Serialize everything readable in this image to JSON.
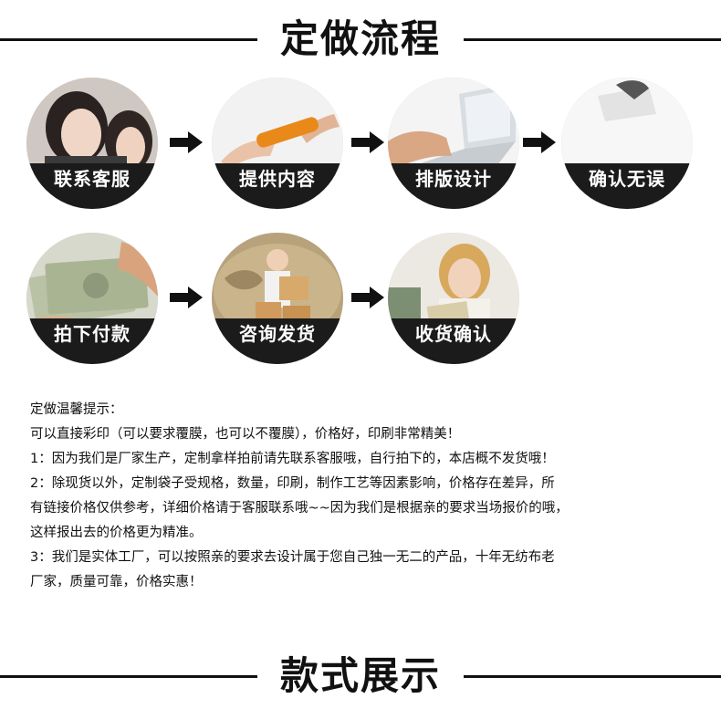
{
  "headings": {
    "process": "定做流程",
    "showcase": "款式展示"
  },
  "steps": [
    {
      "label": "联系客服",
      "icon": "customer-service-photo"
    },
    {
      "label": "提供内容",
      "icon": "handover-photo"
    },
    {
      "label": "排版设计",
      "icon": "laptop-typing-photo"
    },
    {
      "label": "确认无误",
      "icon": "confirm-photo"
    },
    {
      "label": "拍下付款",
      "icon": "cash-payment-photo"
    },
    {
      "label": "咨询发货",
      "icon": "delivery-photo"
    },
    {
      "label": "收货确认",
      "icon": "receive-package-photo"
    }
  ],
  "tips": {
    "title": "定做温馨提示：",
    "lines": [
      "可以直接彩印（可以要求覆膜，也可以不覆膜），价格好，印刷非常精美！",
      "1：因为我们是厂家生产，定制拿样拍前请先联系客服哦，自行拍下的，本店概不发货哦！",
      "2：除现货以外，定制袋子受规格，数量，印刷，制作工艺等因素影响，价格存在差异，所",
      "有链接价格仅供参考，详细价格请于客服联系哦~~因为我们是根据亲的要求当场报价的哦，",
      "这样报出去的价格更为精准。",
      "3：我们是实体工厂，可以按照亲的要求去设计属于您自己独一无二的产品，十年无纺布老",
      "厂家，质量可靠，价格实惠！"
    ]
  },
  "colors": {
    "text": "#111111",
    "band": "#1b1b1b",
    "accent_orange": "#e8891a"
  }
}
